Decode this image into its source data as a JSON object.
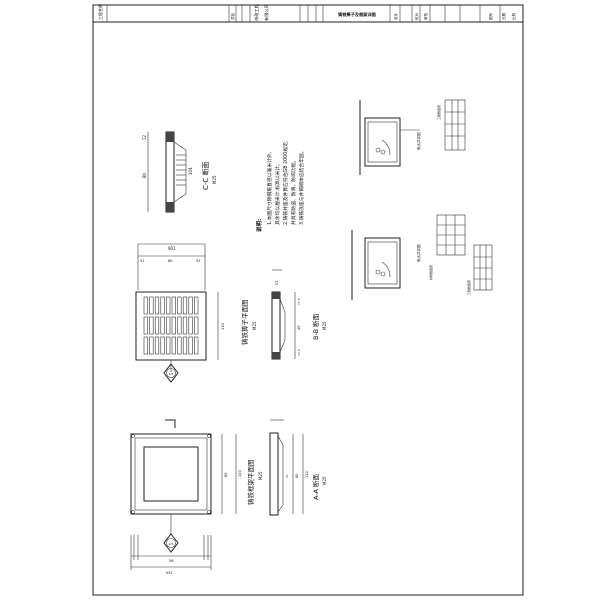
{
  "title_block": {
    "drawing_title": "铸铁箅子及框架详图",
    "company_line1": "市政工程",
    "company_line2": "有限公司",
    "cells": [
      "工程名称",
      "项目",
      "设计",
      "校对",
      "审核",
      "图号",
      "日期",
      "比例"
    ]
  },
  "notes": {
    "heading": "说明:",
    "items": [
      "1.本图尺寸除钢筋直径以毫米计外,",
      "其余均以厘米计,标高以米计。",
      "2.铸铁井座及井箅应符合GB 2000规定,",
      "并具有防盗、防滑、防响功能。",
      "3.铸铁底座与井筒砌体应结合牢固。"
    ]
  },
  "views": {
    "cc_section": {
      "label": "C-C 断面",
      "scale": "M25",
      "dims": [
        "80",
        "12",
        "104"
      ]
    },
    "grate_plan": {
      "label": "铸铁箅子平面图",
      "scale": "M25",
      "dims": [
        "901",
        "51",
        "80",
        "51",
        "110"
      ],
      "marker": "2/3"
    },
    "bb_section": {
      "label": "B-B 断面",
      "scale": "M25",
      "dims": [
        "51",
        "40",
        "17.5",
        "17.5"
      ]
    },
    "frame_plan": {
      "label": "铸铁框架平面图",
      "scale": "M25",
      "dims": [
        "551",
        "58",
        "110",
        "80"
      ],
      "marker": "2/3"
    },
    "aa_section": {
      "label": "A-A 断面",
      "scale": "M25",
      "dims": [
        "110",
        "80",
        "11"
      ]
    }
  },
  "details": {
    "top": {
      "label": "雨水井详图",
      "table_title": "工程数量表"
    },
    "bottom": {
      "label": "雨水井详图",
      "table_title": "材料数量表",
      "table2_title": "工程数量表"
    }
  }
}
